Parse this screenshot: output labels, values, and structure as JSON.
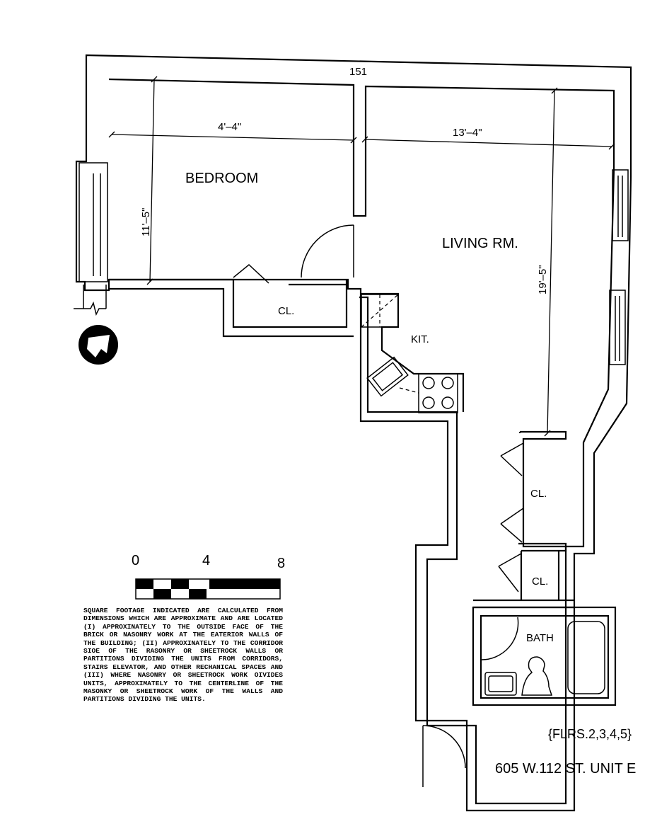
{
  "plan": {
    "building_dimension": "151",
    "bedroom": {
      "label": "BEDROOM",
      "width": "4'–4\"",
      "depth": "11'–5\""
    },
    "living_room": {
      "label": "LIVING RM.",
      "width": "13'–4\"",
      "depth": "19'–5\""
    },
    "kitchen": {
      "label": "KIT."
    },
    "closets": [
      "CL.",
      "CL.",
      "CL."
    ],
    "bath": {
      "label": "BATH"
    }
  },
  "scale": {
    "ticks": [
      "0",
      "4",
      "8"
    ]
  },
  "disclaimer": "SQUARE FOOTAGE INDICATED ARE CALCULATED FROM DIMENSIONS WHICH ARE APPROXIMATE AND ARE LOCATED (I) APPROXINATELY TO THE OUTSIDE FACE OF THE BRICK OR NASONRY WORK AT THE EATERIOR WALLS OF THE BUILDING; (II) APPROXINATELY TO THE CORRIDOR SIOE OF THE RASONRY OR SHEETROCK WALLS OR PARTITIONS DIVIDING THE UNITS FROM CORRIDORS, STAIRS ELEVATOR, AND OTHER RECHANICAL SPACES AND (III) WHERE NASONRY OR SHEETROCK WORK OIVIDES UNITS, APPROXIMATELY TO THE CENTERLINE OF THE MASONKY OR SHEETROCK WORK OF THE WALLS AND PARTITIONS DIVIDING THE UNITS.",
  "floors": "{FLRS.2,3,4,5}",
  "address": "605 W.112 ST. UNIT E",
  "icons": {
    "compass": "north-arrow-icon"
  }
}
